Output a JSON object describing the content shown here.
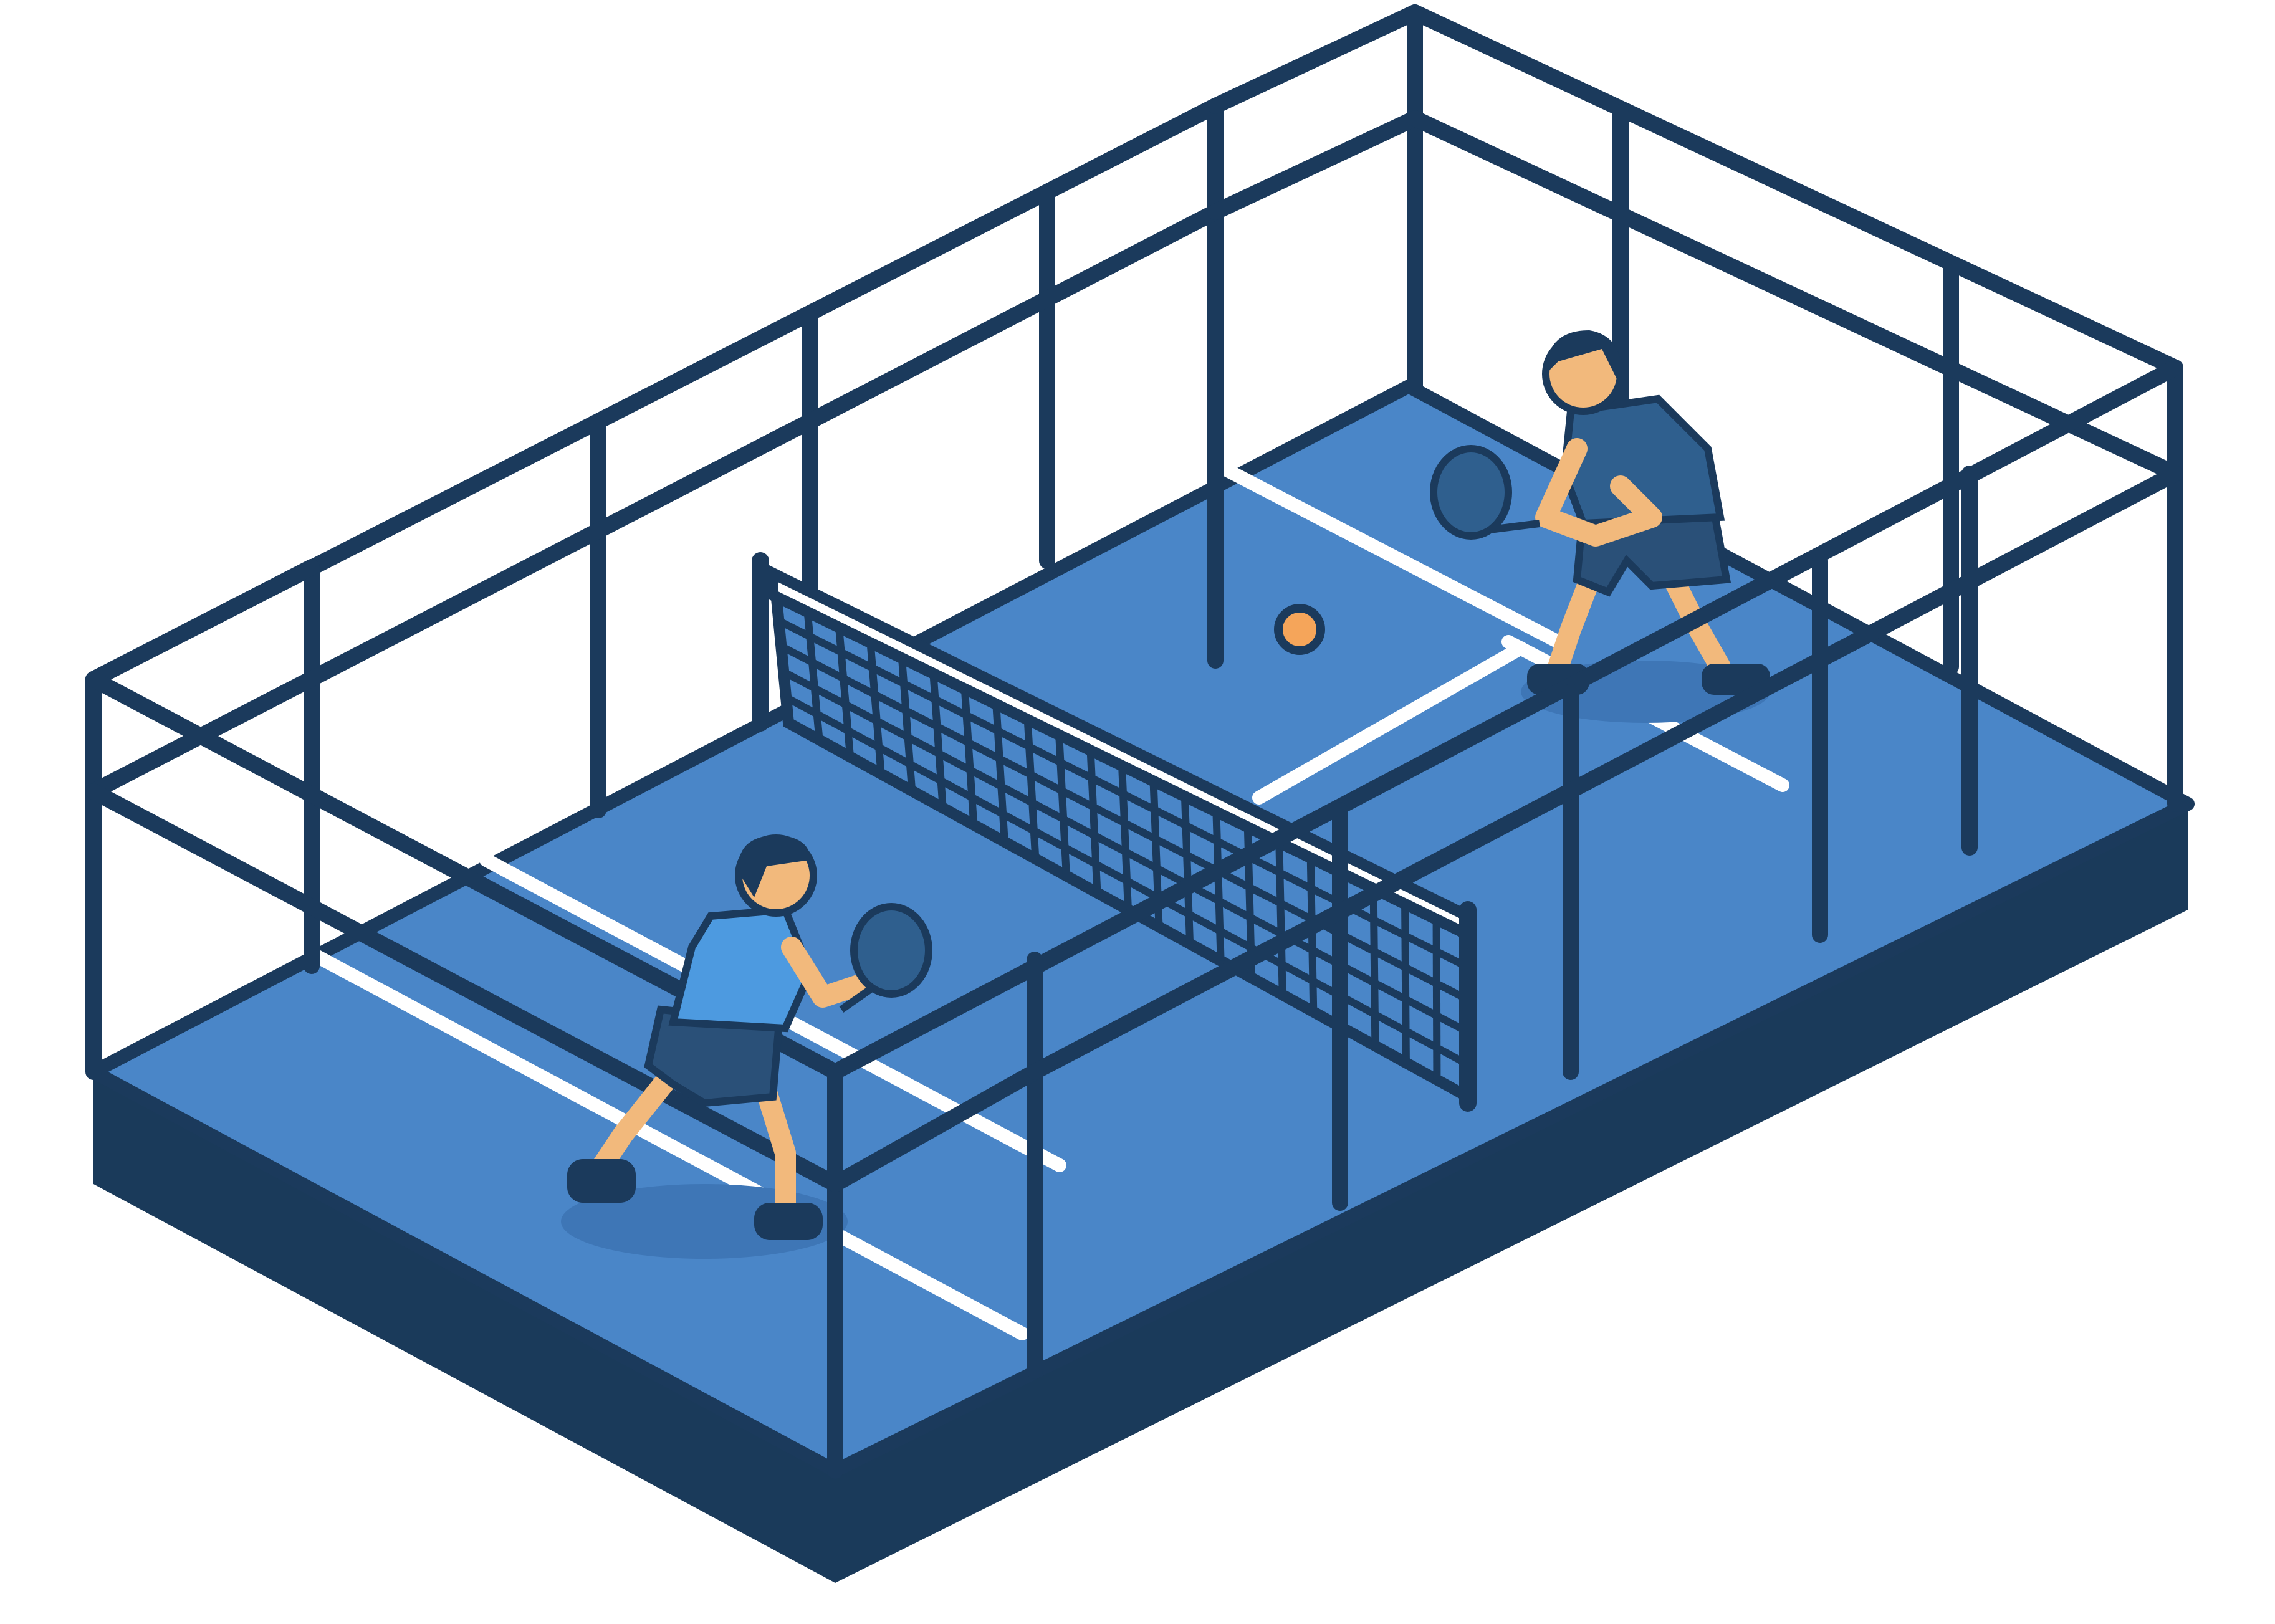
{
  "colors": {
    "background": "#ffffff",
    "frame": "#1b3a5c",
    "base": "#1a3a5a",
    "court": "#4a86c8",
    "court_dark": "#3e76b6",
    "lines": "#ffffff",
    "net_mesh": "#1b3a5c",
    "skin": "#f2b97c",
    "shirt_near": "#4d9ae0",
    "shirt_far": "#2f5f8e",
    "shorts": "#2a5078",
    "ball": "#f5a55a",
    "hair": "#1b3a5c"
  },
  "scene": {
    "subject": "padel-court",
    "players": [
      {
        "id": "near-player",
        "shirt": "shirt_near"
      },
      {
        "id": "far-player",
        "shirt": "shirt_far"
      }
    ],
    "ball_color": "ball",
    "icons": [
      "player-near-icon",
      "player-far-icon",
      "paddle-icon",
      "ball-icon"
    ]
  }
}
